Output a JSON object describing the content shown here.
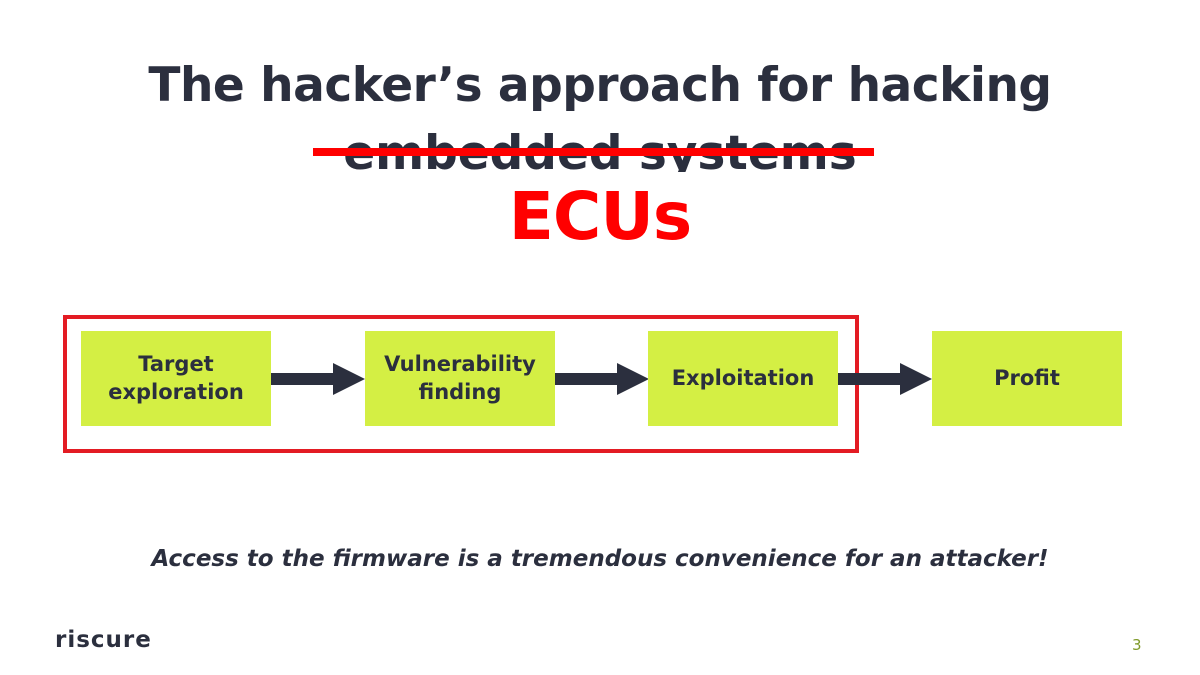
{
  "slide": {
    "title_line1": "The hacker’s approach for hacking",
    "title_line2_struck": "embedded systems",
    "replacement": "ECUs",
    "tagline": "Access to the firmware is a tremendous convenience for an attacker!",
    "logo_text": "riscure",
    "page_number": "3"
  },
  "process": {
    "steps": [
      {
        "line1": "Target",
        "line2": "exploration"
      },
      {
        "line1": "Vulnerability",
        "line2": "finding"
      },
      {
        "line1": "Exploitation",
        "line2": ""
      },
      {
        "line1": "Profit",
        "line2": ""
      }
    ]
  },
  "colors": {
    "text": "#2b2f3e",
    "box_fill": "#d4ef44",
    "highlight": "#e31b23",
    "strike": "#ff0000",
    "page_number": "#7f9a2a"
  }
}
